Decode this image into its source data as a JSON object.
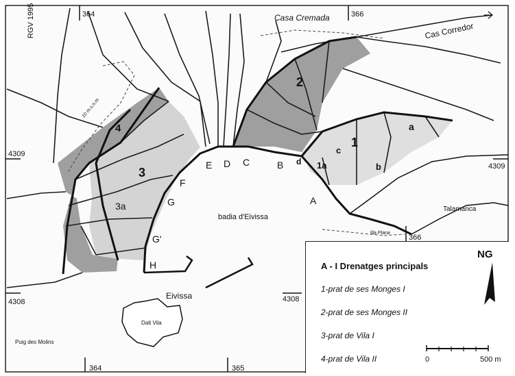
{
  "map": {
    "sheet_code": "RGV 1995",
    "grid": {
      "x_top_left": "364",
      "x_top_right": "366",
      "x_mid": "366",
      "x_bottom_left": "364",
      "x_bottom_mid": "365",
      "y_upper_left": "4309",
      "y_upper_right": "4309",
      "y_lower_left": "4308",
      "y_lower_mid": "4308"
    },
    "places": {
      "casa_cremada": "Casa Cremada",
      "cas_corredor": "Cas Corredor",
      "talamanca": "Talamanca",
      "bay": "badia d'Eivissa",
      "illa_plana": "Illa Plana",
      "eivissa": "Eivissa",
      "dalt_vila": "Dalt Vila",
      "puig_molins": "Puig des Molins",
      "contour": "10 m.s.n.m"
    },
    "drain_letters": [
      "A",
      "B",
      "C",
      "D",
      "E",
      "F",
      "G",
      "G'",
      "H"
    ],
    "zones": {
      "z1": "1",
      "z1a": "1a",
      "z2": "2",
      "z3": "3",
      "z3a": "3a",
      "z4": "4",
      "za": "a",
      "zb": "b",
      "zc": "c",
      "zd": "d"
    }
  },
  "legend": {
    "title": "A - I   Drenatges principals",
    "items": [
      "1-prat de ses Monges I",
      "2-prat de ses Monges II",
      "3-prat de Vila I",
      "4-prat de Vila II"
    ],
    "north": "NG",
    "scale_start": "0",
    "scale_end": "500 m"
  },
  "colors": {
    "dark_zone": "#8a8a8a",
    "light_zone": "#d0d0d0",
    "line": "#1a1a1a"
  }
}
